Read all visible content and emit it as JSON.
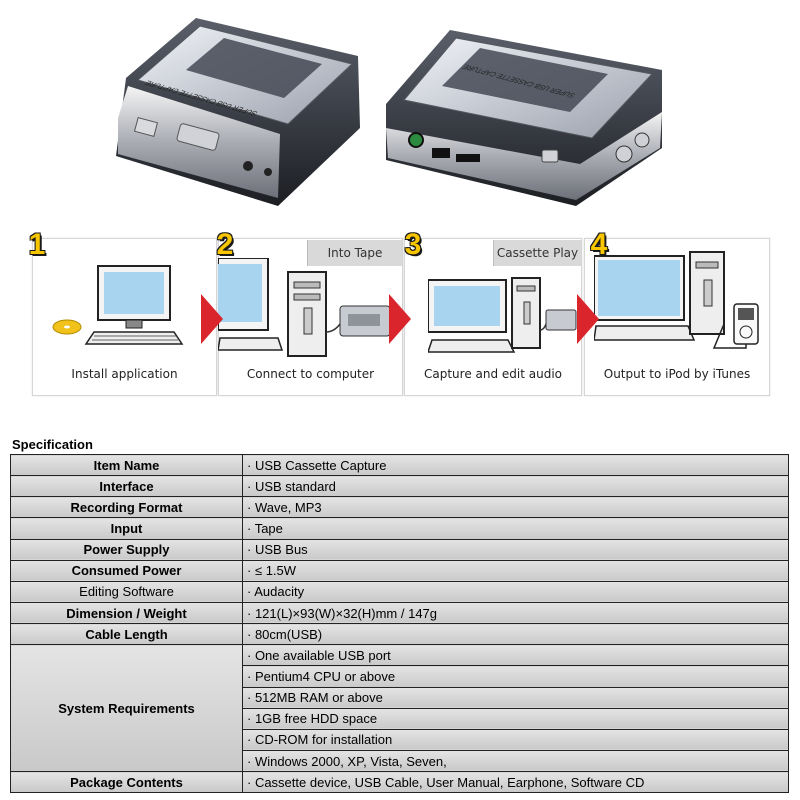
{
  "steps": [
    {
      "number": "1",
      "caption": "Install application",
      "tag": ""
    },
    {
      "number": "2",
      "caption": "Connect to computer",
      "tag": "Into Tape"
    },
    {
      "number": "3",
      "caption": "Capture and edit  audio",
      "tag": "Cassette Play"
    },
    {
      "number": "4",
      "caption": "Output to iPod by iTunes",
      "tag": ""
    }
  ],
  "product_photos": {
    "left_device_label": "SUPER USB CASSETTE CAPTURE",
    "right_device_label": "SUPER USB CASSETTE CAPTURE"
  },
  "colors": {
    "step_number": "#f7c600",
    "arrow": "#d9252b",
    "cd": "#f1c21b",
    "table_cell": "#d8d8d8"
  },
  "specification": {
    "heading": "Specification",
    "rows": [
      {
        "label": "Item Name",
        "value": "· USB Cassette Capture"
      },
      {
        "label": "Interface",
        "value": "· USB standard"
      },
      {
        "label": "Recording Format",
        "value": "· Wave, MP3"
      },
      {
        "label": "Input",
        "value": "· Tape"
      },
      {
        "label": "Power Supply",
        "value": "· USB Bus"
      },
      {
        "label": "Consumed Power",
        "value": "· ≤ 1.5W"
      },
      {
        "label": "Editing Software",
        "value": "· Audacity"
      },
      {
        "label": "Dimension / Weight",
        "value": "· 121(L)×93(W)×32(H)mm / 147g"
      },
      {
        "label": "Cable Length",
        "value": "· 80cm(USB)"
      }
    ],
    "system_requirements": {
      "label": "System Requirements",
      "values": [
        "· One available USB port",
        "· Pentium4 CPU or above",
        "· 512MB RAM or above",
        "· 1GB free HDD space",
        "· CD-ROM for installation",
        "· Windows 2000, XP, Vista, Seven,"
      ]
    },
    "package_contents": {
      "label": "Package Contents",
      "value": "· Cassette device, USB Cable, User Manual, Earphone,  Software CD"
    }
  }
}
